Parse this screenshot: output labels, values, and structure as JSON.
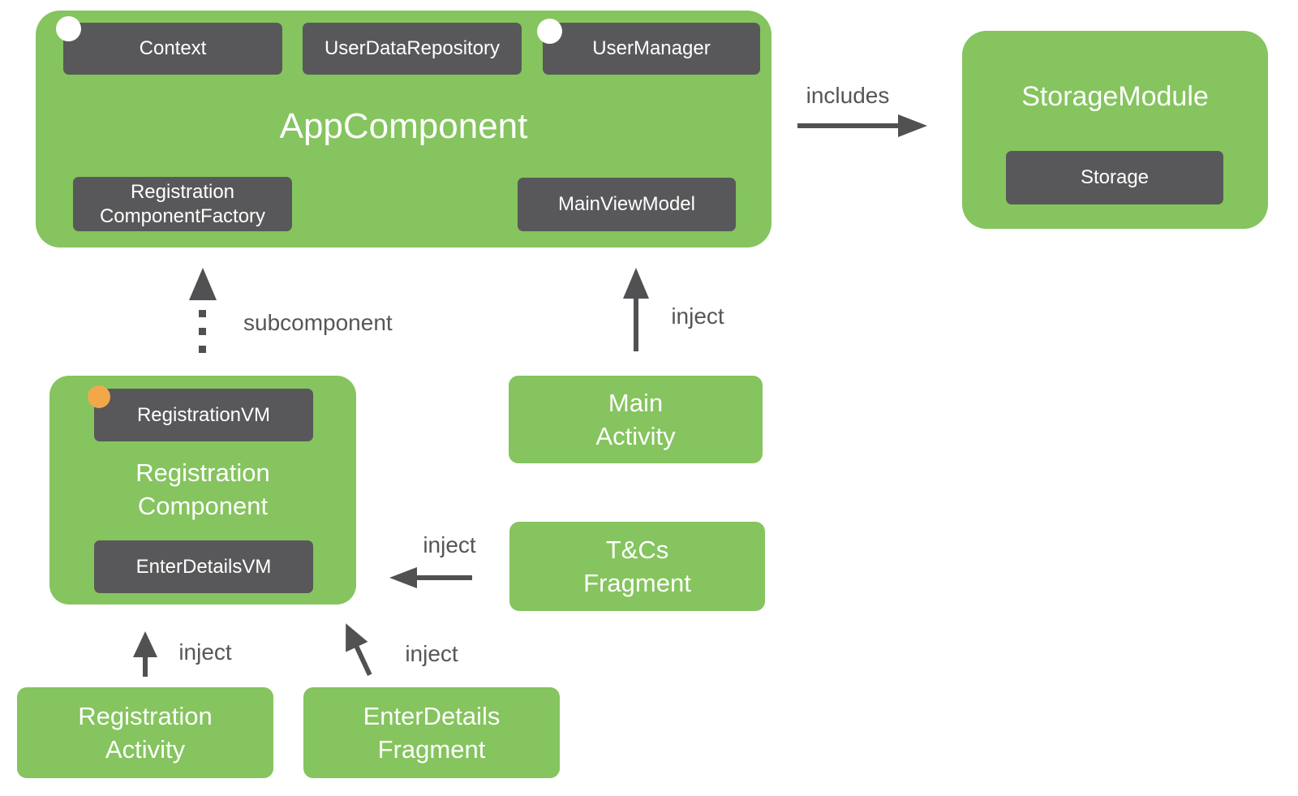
{
  "nodes": {
    "app_component": {
      "title": "AppComponent",
      "context": "Context",
      "user_data_repository": "UserDataRepository",
      "user_manager": "UserManager",
      "registration_component_factory": {
        "line1": "Registration",
        "line2": "ComponentFactory"
      },
      "main_view_model": "MainViewModel"
    },
    "storage_module": {
      "title": "StorageModule",
      "storage": "Storage"
    },
    "registration_component": {
      "title_line1": "Registration",
      "title_line2": "Component",
      "registration_vm": "RegistrationVM",
      "enter_details_vm": "EnterDetailsVM"
    },
    "main_activity": {
      "line1": "Main",
      "line2": "Activity"
    },
    "tcs_fragment": {
      "line1": "T&Cs",
      "line2": "Fragment"
    },
    "registration_activity": {
      "line1": "Registration",
      "line2": "Activity"
    },
    "enter_details_fragment": {
      "line1": "EnterDetails",
      "line2": "Fragment"
    }
  },
  "edges": {
    "includes": "includes",
    "subcomponent": "subcomponent",
    "inject_main_activity": "inject",
    "inject_tcs_fragment": "inject",
    "inject_registration_activity": "inject",
    "inject_enter_details_fragment": "inject"
  },
  "colors": {
    "green": "#85C45E",
    "dark_gray": "#58585A",
    "orange": "#F2A74B",
    "arrow_gray": "#515153",
    "label_text": "#56565A",
    "box_text": "#FFFFFF",
    "background": "#FFFFFF"
  }
}
